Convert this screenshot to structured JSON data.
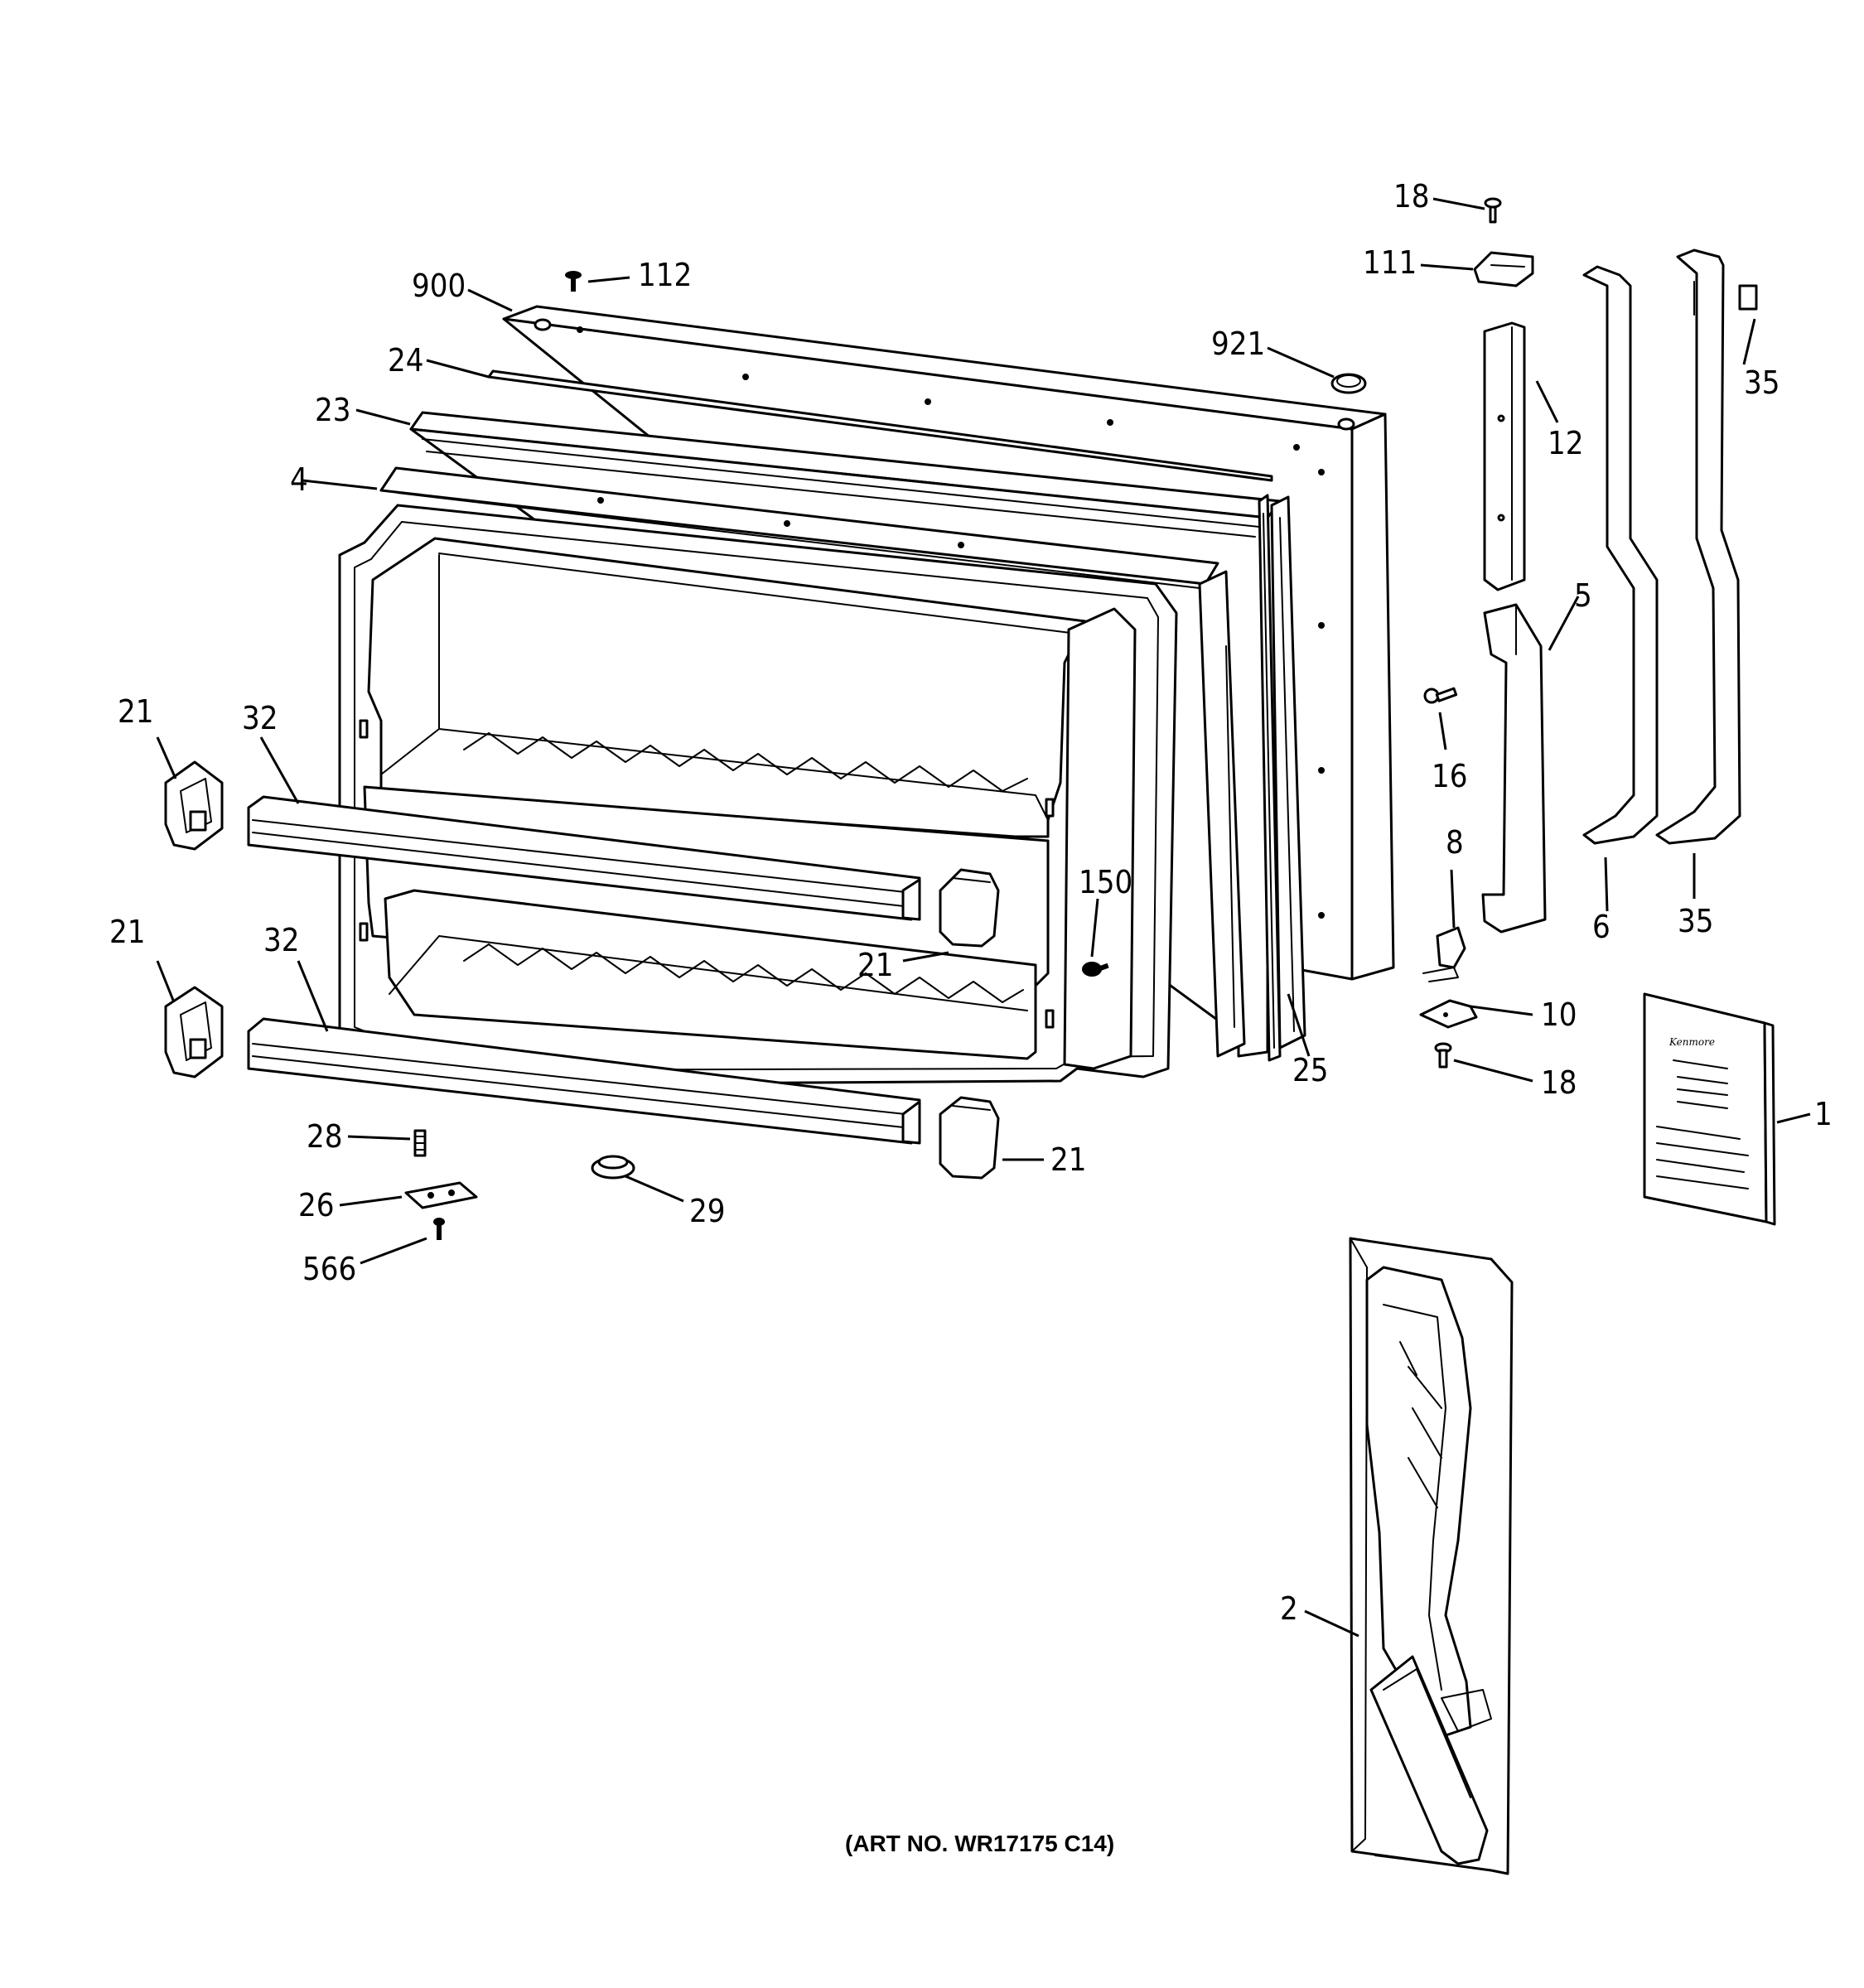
{
  "diagram": {
    "caption": "(ART NO. WR17175 C14)",
    "manual_cover_text": "Kenmore",
    "callouts": {
      "c1": "1",
      "c2": "2",
      "c4": "4",
      "c5": "5",
      "c6": "6",
      "c8": "8",
      "c10": "10",
      "c12": "12",
      "c16": "16",
      "c18_top": "18",
      "c18_bottom": "18",
      "c21_left_upper": "21",
      "c21_left_lower": "21",
      "c21_mid": "21",
      "c21_bottom": "21",
      "c23": "23",
      "c24": "24",
      "c25": "25",
      "c26": "26",
      "c28": "28",
      "c29": "29",
      "c32_upper": "32",
      "c32_lower": "32",
      "c35_top": "35",
      "c35_bottom": "35",
      "c111": "111",
      "c112": "112",
      "c150": "150",
      "c566": "566",
      "c900": "900",
      "c921": "921"
    }
  }
}
